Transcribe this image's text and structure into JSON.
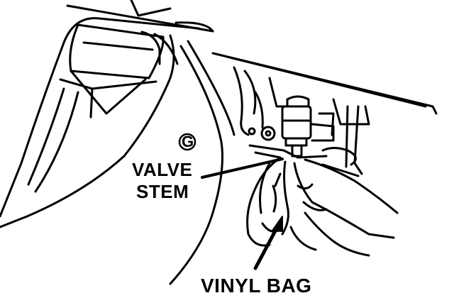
{
  "labels": {
    "marker": "G",
    "valve_line1": "VALVE",
    "valve_line2": "STEM",
    "bag": "VINYL BAG"
  },
  "colors": {
    "ink": "#000000",
    "paper": "#ffffff"
  }
}
